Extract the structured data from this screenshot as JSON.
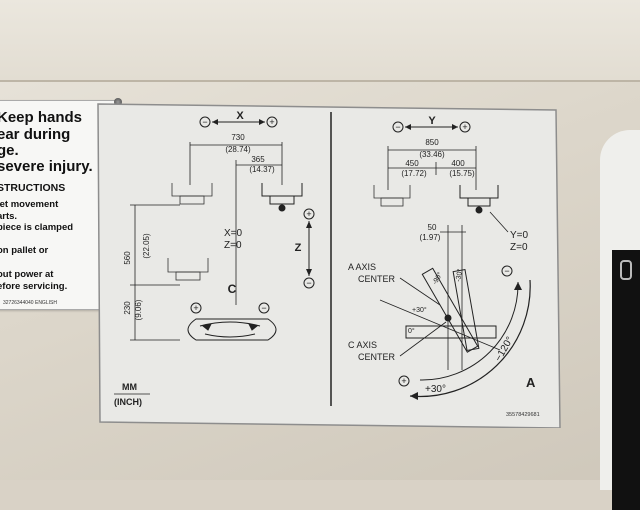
{
  "warning": {
    "line1": "Keep hands",
    "line2": "ear during",
    "line3": "ge.",
    "line4": "severe injury.",
    "line5": "STRUCTIONS",
    "line6": "let movement",
    "line7": "arts.",
    "line8": "piece is clamped",
    "line9": "on pallet or",
    "line10": "out power at",
    "line11": "efore servicing.",
    "partno": "32726344040   ENGLISH"
  },
  "diagram": {
    "x_label": "X",
    "y_label": "Y",
    "z_label": "Z",
    "c_label": "C",
    "minus": "−",
    "plus": "+",
    "x_dims": {
      "d730": "730",
      "d730_in": "(28.74)",
      "d365": "365",
      "d365_in": "(14.37)",
      "d560": "560",
      "d560_in": "(22.05)",
      "d230": "230",
      "d230_in": "(9.06)"
    },
    "y_dims": {
      "d850": "850",
      "d850_in": "(33.46)",
      "d450": "450",
      "d450_in": "(17.72)",
      "d400": "400",
      "d400_in": "(15.75)",
      "d50": "50",
      "d50_in": "(1.97)"
    },
    "xz_zero": [
      "X=0",
      "Z=0"
    ],
    "yz_zero": [
      "Y=0",
      "Z=0"
    ],
    "a_axis_center": [
      "A AXIS",
      "CENTER"
    ],
    "c_axis_center": [
      "C AXIS",
      "CENTER"
    ],
    "angles": {
      "p30": "+30°",
      "p30b": "+30°",
      "zero": "0°",
      "m120": "−120°",
      "m90": "-90°",
      "m30": "-30°"
    },
    "a_label": "A",
    "units_mm": "MM",
    "units_inch": "(INCH)",
    "partno": "35578429681"
  }
}
